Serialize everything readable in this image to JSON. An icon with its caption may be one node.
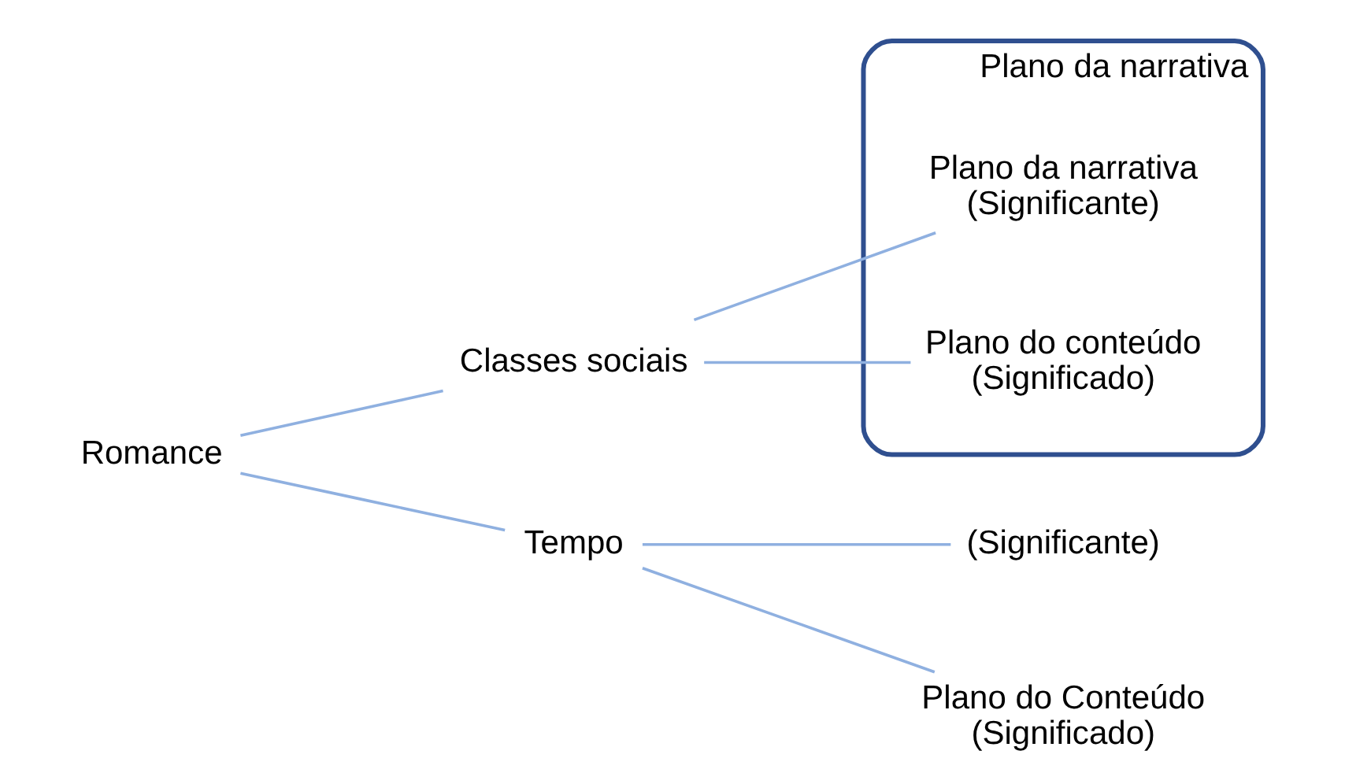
{
  "diagram": {
    "nodes": [
      {
        "text": [
          "Romance"
        ]
      },
      {
        "text": [
          "Classes sociais"
        ]
      },
      {
        "text": [
          "Plano da narrativa"
        ]
      },
      {
        "text": [
          "Plano da narrativa",
          "(Significante)"
        ],
        "in": 2
      },
      {
        "text": [
          "Plano do conteúdo",
          "(Significado)"
        ],
        "in": 2
      },
      {
        "text": [
          "Tempo"
        ]
      },
      {
        "text": [
          "(Significante)"
        ]
      },
      {
        "text": [
          "Plano do Conteúdo",
          "(Significado)"
        ]
      }
    ],
    "edges": [
      {
        "from": 0,
        "to": 1,
        "arrow": "none"
      },
      {
        "from": 0,
        "to": 5,
        "arrow": "none"
      },
      {
        "from": 1,
        "to": 3,
        "arrow": "none"
      },
      {
        "from": 1,
        "to": 4,
        "arrow": "none"
      },
      {
        "from": 5,
        "to": 6,
        "arrow": "none"
      },
      {
        "from": 5,
        "to": 7,
        "arrow": "none"
      }
    ]
  }
}
